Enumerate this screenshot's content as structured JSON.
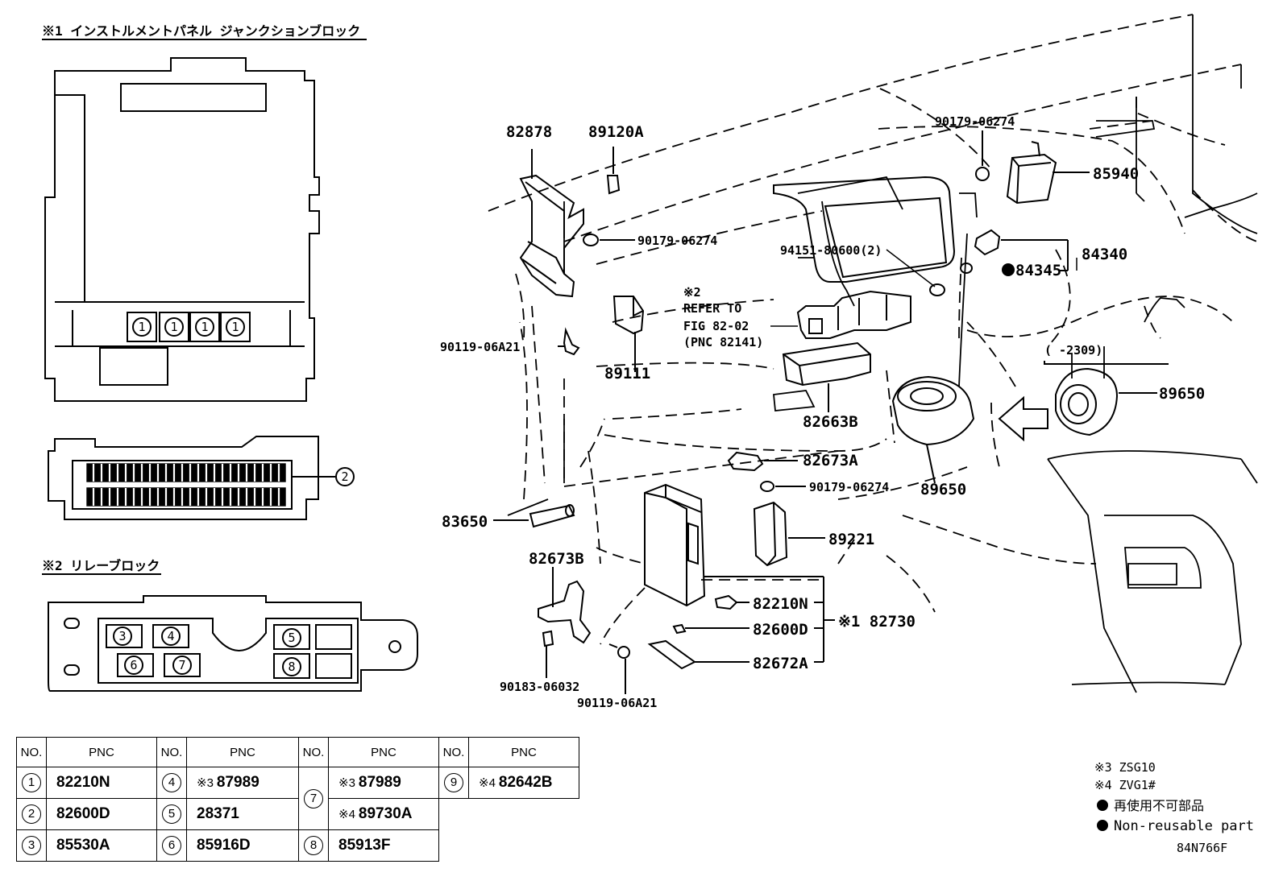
{
  "section1_title": "※1 インストルメントパネル ジャンクションブロック",
  "section2_title": "※2 リレーブロック",
  "labels": {
    "p82878": "82878",
    "p89120A": "89120A",
    "p90179_a": "90179-06274",
    "p90179_b": "90179-06274",
    "p90179_c": "90179-06274",
    "p85940": "85940",
    "p94151": "94151-80600(2)",
    "p84340": "84340",
    "p84345": "84345",
    "refer1": "※2",
    "refer2": "REFER TO",
    "refer3": "FIG 82-02",
    "refer4": "(PNC 82141)",
    "p90119_a": "90119-06A21",
    "p89111": "89111",
    "p2309": "(    -2309)",
    "p89650_a": "89650",
    "p89650_b": "89650",
    "p82663B": "82663B",
    "p82673A": "82673A",
    "p83650": "83650",
    "p89221": "89221",
    "p82673B": "82673B",
    "p82210N": "82210N",
    "p82600D": "82600D",
    "p82730": "※1 82730",
    "p82672A": "82672A",
    "p90183": "90183-06032",
    "p90119_b": "90119-06A21"
  },
  "jb_circles": [
    "1",
    "1",
    "1",
    "1"
  ],
  "jb_side_circle": "2",
  "relay_circles": [
    "3",
    "4",
    "6",
    "7",
    "5",
    "8"
  ],
  "table": {
    "headers": [
      "NO.",
      "PNC",
      "NO.",
      "PNC",
      "NO.",
      "PNC",
      "NO.",
      "PNC"
    ],
    "rows": [
      [
        {
          "no": "1",
          "pre": "",
          "pnc": "82210N"
        },
        {
          "no": "4",
          "pre": "※3",
          "pnc": "87989"
        },
        {
          "no": "7",
          "pre": "※3",
          "pnc": "87989"
        },
        {
          "no": "9",
          "pre": "※4",
          "pnc": "82642B"
        }
      ],
      [
        {
          "no": "2",
          "pre": "",
          "pnc": "82600D"
        },
        {
          "no": "5",
          "pre": "",
          "pnc": "28371"
        },
        {
          "no": "",
          "pre": "※4",
          "pnc": "89730A"
        }
      ],
      [
        {
          "no": "3",
          "pre": "",
          "pnc": "85530A"
        },
        {
          "no": "6",
          "pre": "",
          "pnc": "85916D"
        },
        {
          "no": "8",
          "pre": "",
          "pnc": "85913F"
        }
      ]
    ]
  },
  "legend": {
    "zsg": "※3 ZSG10",
    "zvg": "※4 ZVG1#",
    "jp": "再使用不可部品",
    "en": "Non-reusable part",
    "code": "84N766F"
  }
}
